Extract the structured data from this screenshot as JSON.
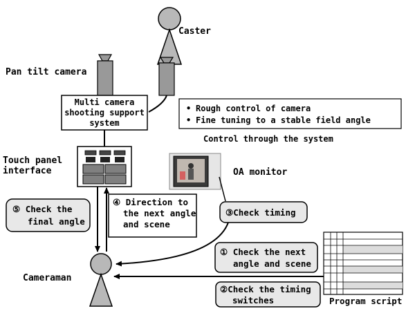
{
  "labels": {
    "caster": "Caster",
    "pan_tilt_camera": "Pan tilt camera",
    "system_line1": "Multi camera",
    "system_line2": "shooting support",
    "system_line3": "system",
    "touch_panel_line1": "Touch panel",
    "touch_panel_line2": "interface",
    "oa_monitor": "OA monitor",
    "cameraman": "Cameraman",
    "program_script": "Program script",
    "control_caption": "Control through the system"
  },
  "control_bullets": [
    "Rough control of camera",
    "Fine tuning to a stable field angle"
  ],
  "steps": {
    "s1_line1": "① Check the next",
    "s1_line2": "angle and scene",
    "s2_line1": "②Check the timing",
    "s2_line2": "switches",
    "s3": "③Check timing",
    "s4_line1": "④ Direction to",
    "s4_line2": "the next angle",
    "s4_line3": "and scene",
    "s5_line1": "⑤ Check the",
    "s5_line2": "final angle"
  }
}
